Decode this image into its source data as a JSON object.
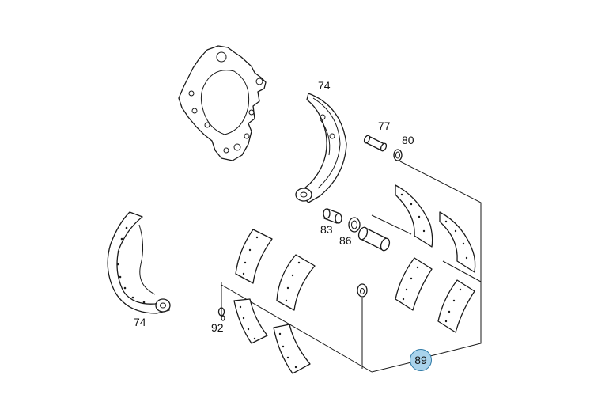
{
  "labels": {
    "shoe_top": "74",
    "shoe_left": "74",
    "pin": "77",
    "ring_80": "80",
    "bushing": "83",
    "ring_86": "86",
    "rivet": "92",
    "kit": "89"
  },
  "colors": {
    "highlight_fill": "#a9d3ec",
    "highlight_border": "#2f7aa7",
    "line": "#1a1a1a"
  }
}
